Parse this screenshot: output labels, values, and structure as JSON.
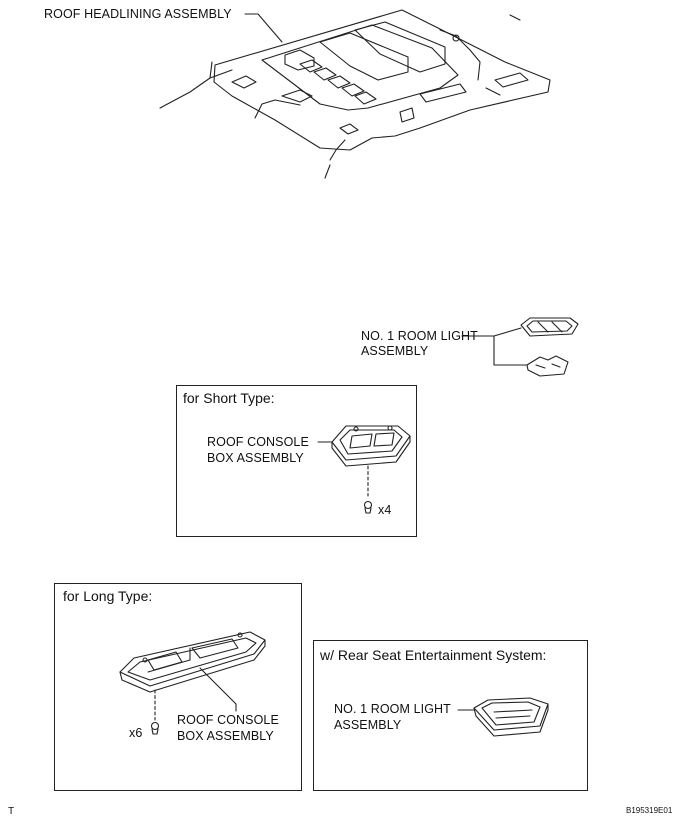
{
  "labels": {
    "roof_headlining": "ROOF HEADLINING ASSEMBLY",
    "room_light_top_line1": "NO. 1 ROOM LIGHT",
    "room_light_top_line2": "ASSEMBLY",
    "short_console_line1": "ROOF CONSOLE",
    "short_console_line2": "BOX ASSEMBLY",
    "short_qty": "x4",
    "long_console_line1": "ROOF CONSOLE",
    "long_console_line2": "BOX ASSEMBLY",
    "long_qty": "x6",
    "rse_light_line1": "NO. 1 ROOM LIGHT",
    "rse_light_line2": "ASSEMBLY"
  },
  "boxes": {
    "short_type_title": "for Short Type:",
    "long_type_title": "for Long Type:",
    "rse_title": "w/ Rear Seat Entertainment System:"
  },
  "footer": {
    "left_mark": "T",
    "figure_code": "B195319E01"
  }
}
